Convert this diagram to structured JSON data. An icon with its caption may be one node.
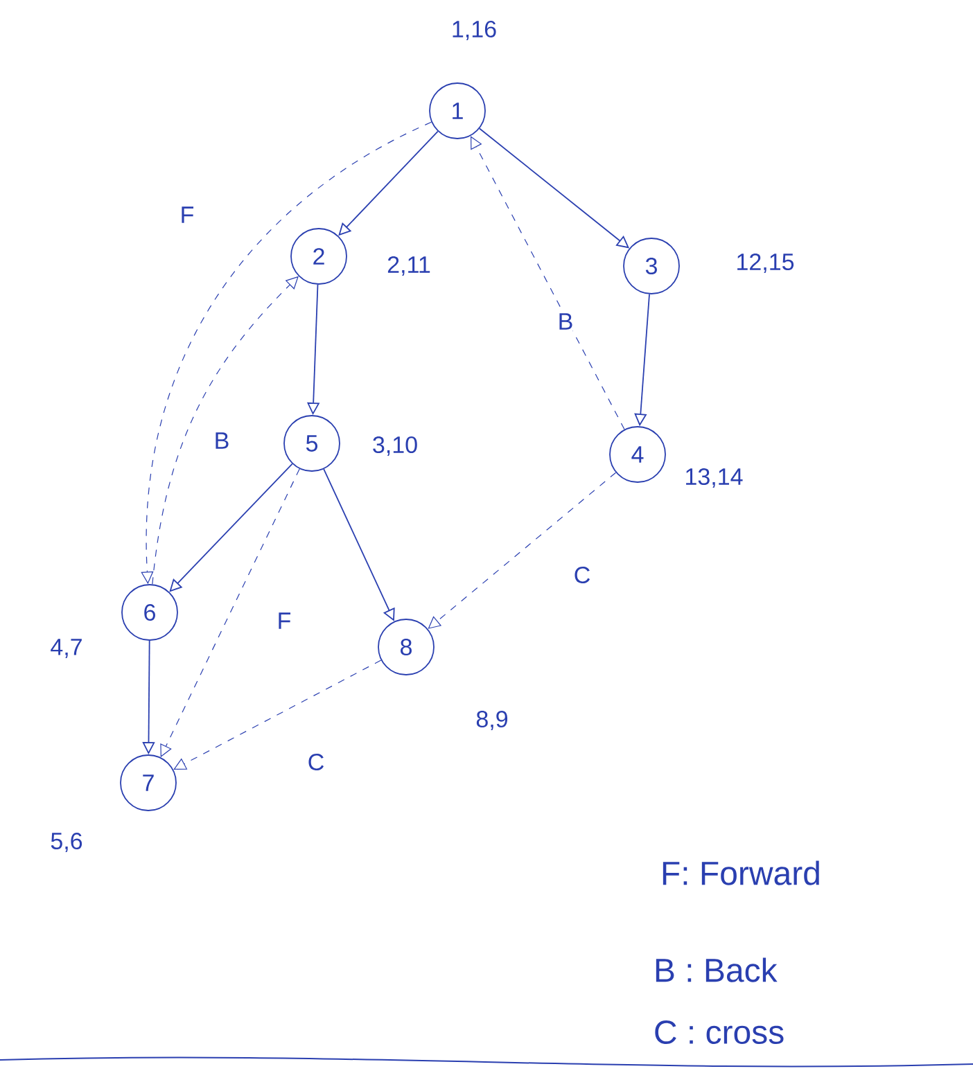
{
  "diagram": {
    "nodes": [
      {
        "text": [
          "1"
        ],
        "beside": [
          "1,16"
        ]
      },
      {
        "text": [
          "2"
        ],
        "beside": [
          "2,11"
        ]
      },
      {
        "text": [
          "3"
        ],
        "beside": [
          "12,15"
        ]
      },
      {
        "text": [
          "5"
        ],
        "beside": [
          "3,10"
        ]
      },
      {
        "text": [
          "4"
        ],
        "beside": [
          "13,14"
        ]
      },
      {
        "text": [
          "6"
        ],
        "beside": [
          "4,7"
        ]
      },
      {
        "text": [
          "8"
        ],
        "beside": [
          "8,9"
        ]
      },
      {
        "text": [
          "7"
        ],
        "beside": [
          "5,6"
        ]
      }
    ],
    "edges": [
      {
        "from": 0,
        "to": 1,
        "arrow": "to"
      },
      {
        "from": 0,
        "to": 2,
        "arrow": "to"
      },
      {
        "from": 1,
        "to": 3,
        "arrow": "to"
      },
      {
        "from": 2,
        "to": 4,
        "arrow": "to"
      },
      {
        "from": 3,
        "to": 5,
        "arrow": "to"
      },
      {
        "from": 3,
        "to": 6,
        "arrow": "to"
      },
      {
        "from": 5,
        "to": 7,
        "arrow": "to"
      },
      {
        "from": 0,
        "to": 5,
        "arrow": "to",
        "style": "dashed",
        "label": "F"
      },
      {
        "from": 5,
        "to": 1,
        "arrow": "to",
        "style": "dashed",
        "label": "B"
      },
      {
        "from": 4,
        "to": 0,
        "arrow": "to",
        "style": "dashed",
        "label": "B"
      },
      {
        "from": 3,
        "to": 7,
        "arrow": "to",
        "style": "dashed",
        "label": "F"
      },
      {
        "from": 4,
        "to": 6,
        "arrow": "to",
        "style": "dashed",
        "label": "C"
      },
      {
        "from": 6,
        "to": 7,
        "arrow": "to",
        "style": "dashed",
        "label": "C"
      }
    ],
    "labels": [
      "F: Forward",
      "B : Back",
      "C : cross"
    ]
  }
}
